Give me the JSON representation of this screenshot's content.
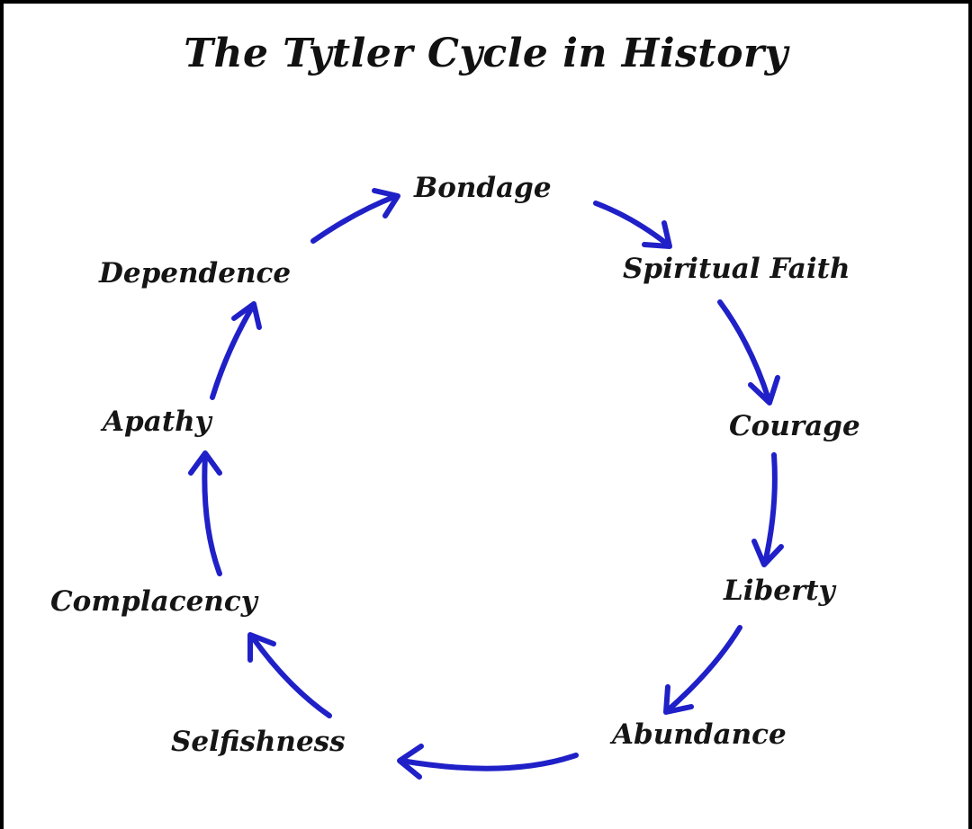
{
  "title": "The Tytler Cycle in History",
  "accent_color": "#2020c8",
  "stages": [
    "Bondage",
    "Spiritual Faith",
    "Courage",
    "Liberty",
    "Abundance",
    "Selfishness",
    "Complacency",
    "Apathy",
    "Dependence"
  ],
  "arrows": [
    {
      "from": "Bondage",
      "to": "Spiritual Faith"
    },
    {
      "from": "Spiritual Faith",
      "to": "Courage"
    },
    {
      "from": "Courage",
      "to": "Liberty"
    },
    {
      "from": "Liberty",
      "to": "Abundance"
    },
    {
      "from": "Abundance",
      "to": "Selfishness"
    },
    {
      "from": "Selfishness",
      "to": "Complacency"
    },
    {
      "from": "Complacency",
      "to": "Apathy"
    },
    {
      "from": "Apathy",
      "to": "Dependence"
    },
    {
      "from": "Dependence",
      "to": "Bondage"
    }
  ]
}
